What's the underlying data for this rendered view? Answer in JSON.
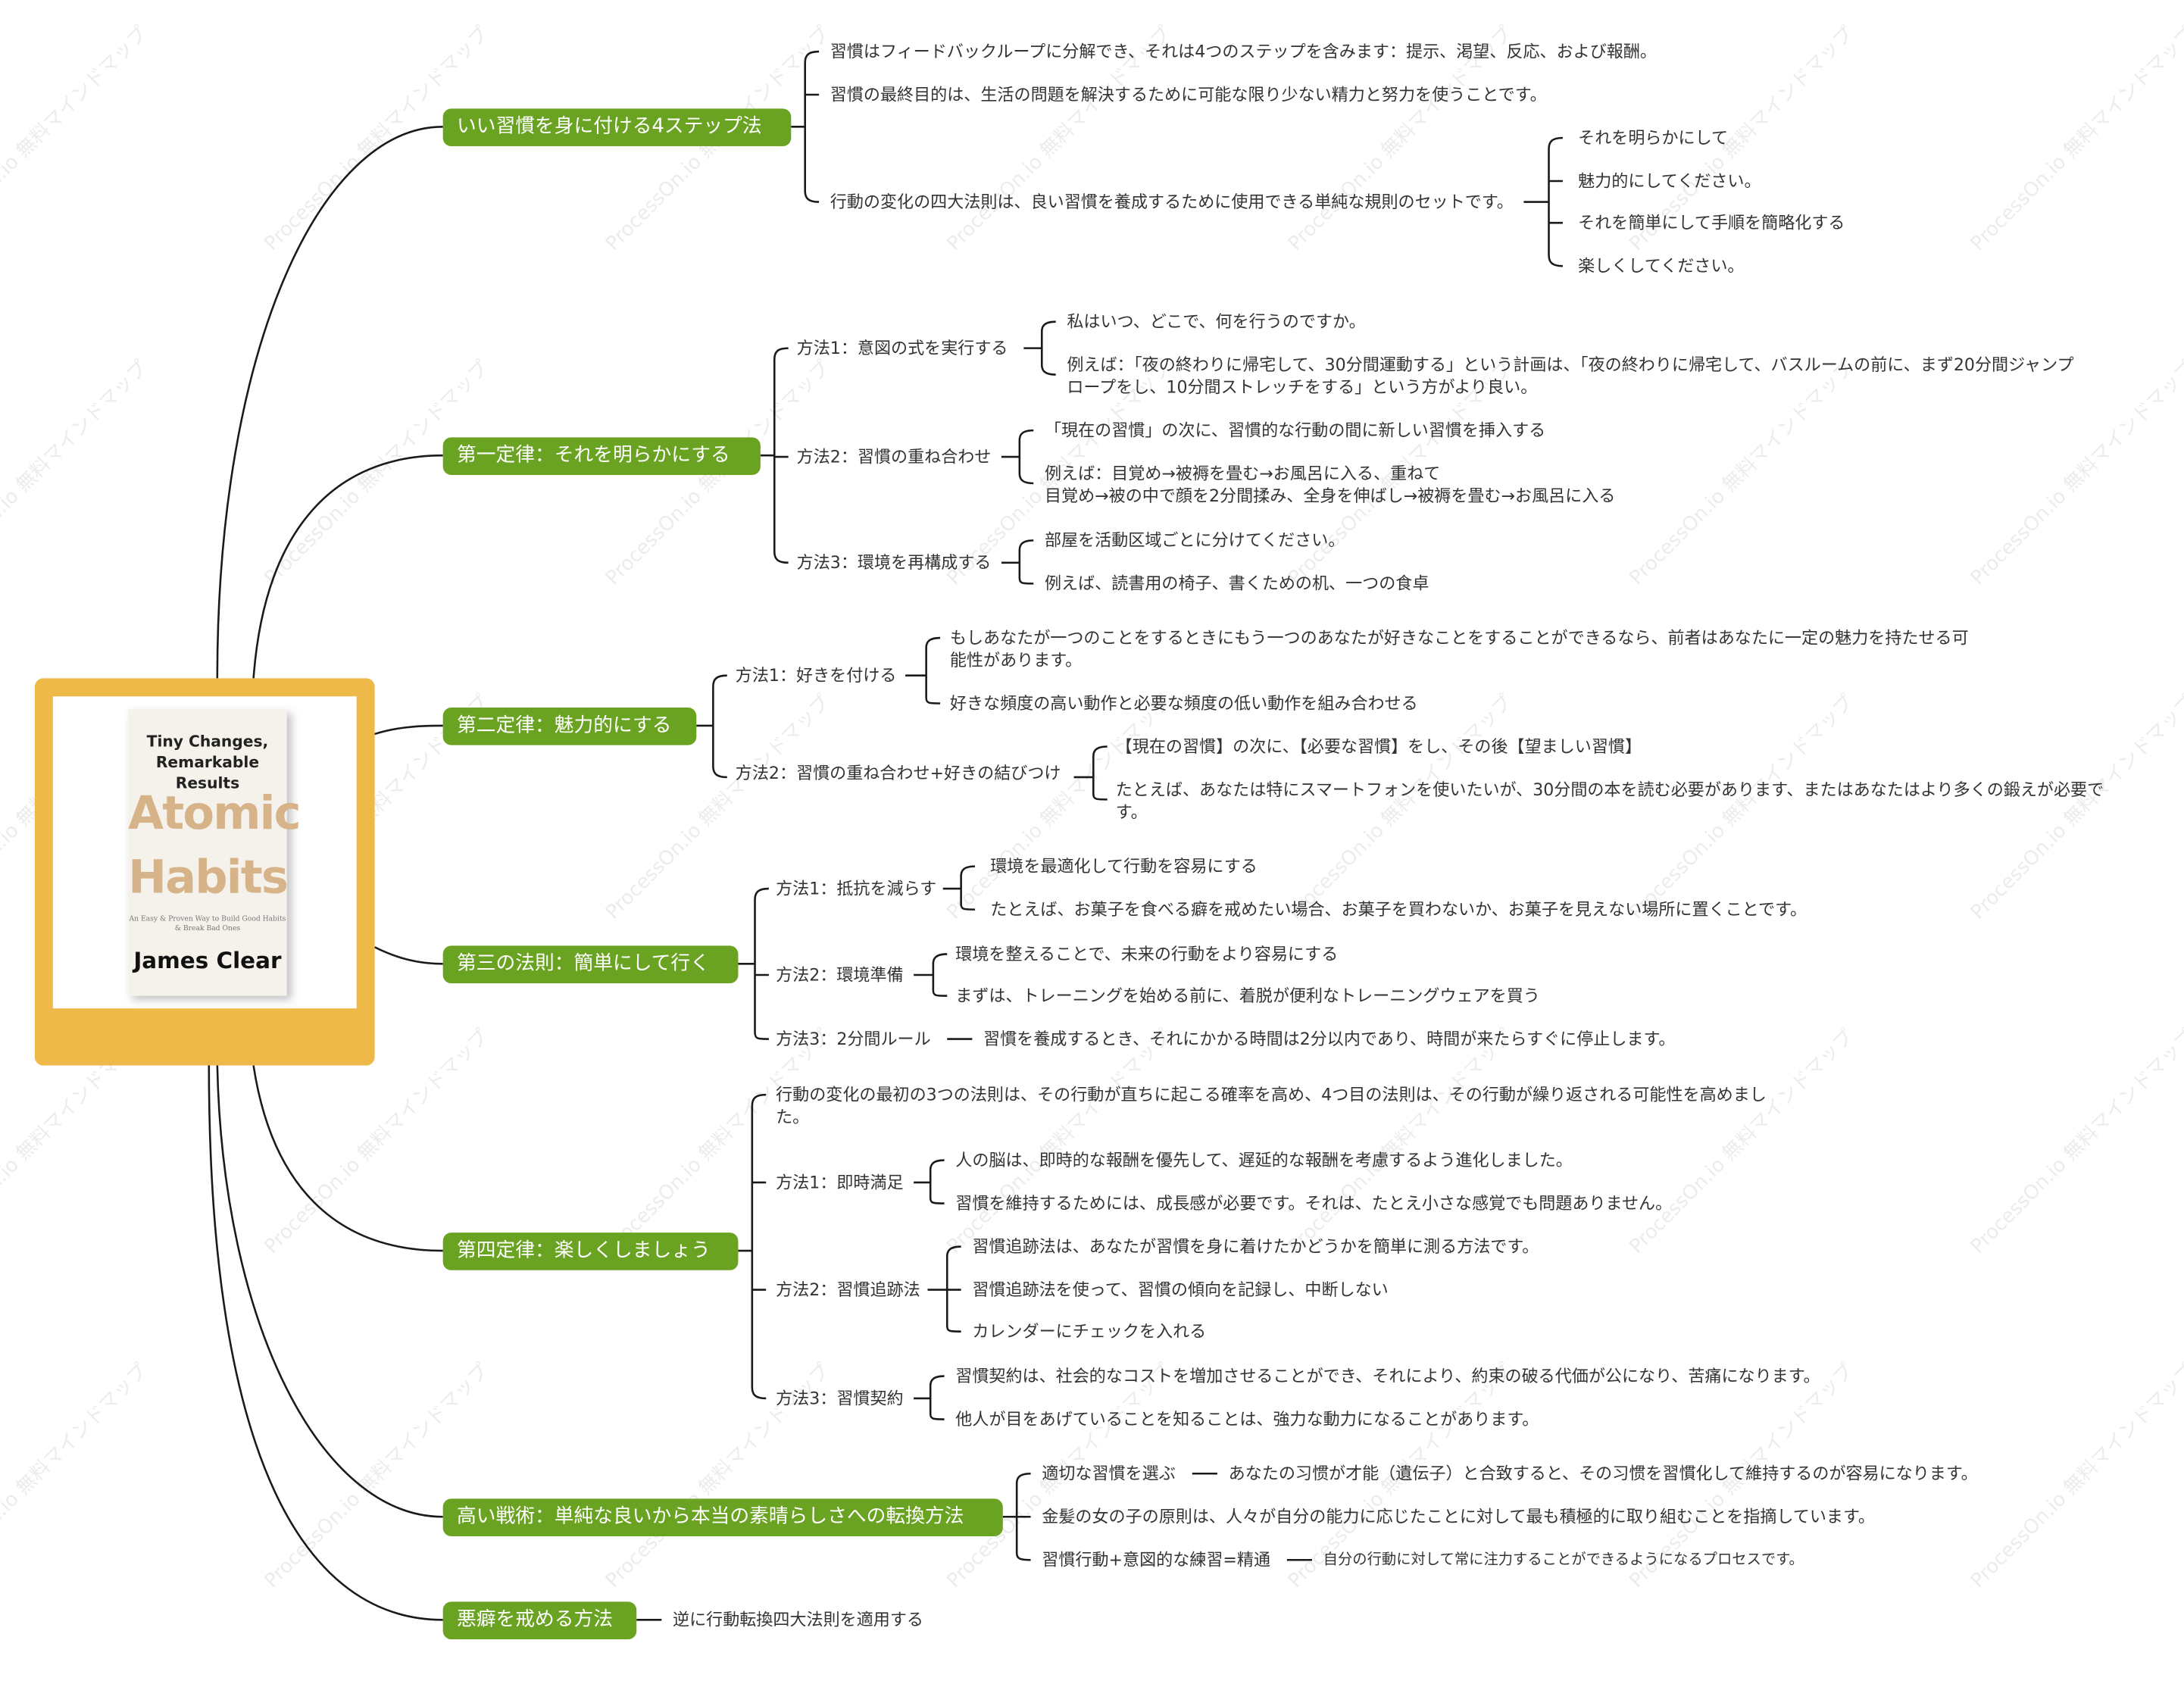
{
  "watermark_text": "ProcessOn.io 無料マインドマップ",
  "root": {
    "book": {
      "tagline": "Tiny Changes, Remarkable Results",
      "title_line1": "Atomic",
      "title_line2": "Habits",
      "subtitle": "An Easy & Proven Way to Build Good Habits & Break Bad Ones",
      "author": "James Clear"
    }
  },
  "colors": {
    "branch": "#6aa322",
    "root_frame": "#efb94a",
    "line": "#1a1a1a"
  },
  "branches": [
    {
      "label": "いい習慣を身に付ける4ステップ法",
      "children": [
        {
          "text": "習慣はフィードバックループに分解でき、それは4つのステップを含みます：提示、渇望、反応、および報酬。"
        },
        {
          "text": "習慣の最終目的は、生活の問題を解決するために可能な限り少ない精力と努力を使うことです。"
        },
        {
          "text": "行動の変化の四大法則は、良い習慣を養成するために使用できる単純な規則のセットです。",
          "children": [
            {
              "text": "それを明らかにして"
            },
            {
              "text": "魅力的にしてください。"
            },
            {
              "text": "それを簡単にして手順を簡略化する"
            },
            {
              "text": "楽しくしてください。"
            }
          ]
        }
      ]
    },
    {
      "label": "第一定律：それを明らかにする",
      "children": [
        {
          "text": "方法1：意図の式を実行する",
          "children": [
            {
              "text": "私はいつ、どこで、何を行うのですか。"
            },
            {
              "text": "例えば：「夜の終わりに帰宅して、30分間運動する」という計画は、「夜の終わりに帰宅して、バスルームの前に、まず20分間ジャンプロープをし、10分間ストレッチをする」という方がより良い。"
            }
          ]
        },
        {
          "text": "方法2：習慣の重ね合わせ",
          "children": [
            {
              "text": "「現在の習慣」の次に、習慣的な行動の間に新しい習慣を挿入する"
            },
            {
              "text": "例えば：目覚め→被褥を畳む→お風呂に入る、重ねて",
              "text2": "目覚め→被の中で顔を2分間揉み、全身を伸ばし→被褥を畳む→お風呂に入る"
            }
          ]
        },
        {
          "text": "方法3：環境を再構成する",
          "children": [
            {
              "text": "部屋を活動区域ごとに分けてください。"
            },
            {
              "text": "例えば、読書用の椅子、書くための机、一つの食卓"
            }
          ]
        }
      ]
    },
    {
      "label": "第二定律：魅力的にする",
      "children": [
        {
          "text": "方法1：好きを付ける",
          "children": [
            {
              "text": "もしあなたが一つのことをするときにもう一つのあなたが好きなことをすることができるなら、前者はあなたに一定の魅力を持たせる可能性があります。"
            },
            {
              "text": "好きな頻度の高い動作と必要な頻度の低い動作を組み合わせる"
            }
          ]
        },
        {
          "text": "方法2：習慣の重ね合わせ+好きの結びつけ",
          "children": [
            {
              "text": "【現在の習慣】の次に、【必要な習慣】をし、その後【望ましい習慣】"
            },
            {
              "text": "たとえば、あなたは特にスマートフォンを使いたいが、30分間の本を読む必要があります、またはあなたはより多くの鍛えが必要です。"
            }
          ]
        }
      ]
    },
    {
      "label": "第三の法則：簡単にして行く",
      "children": [
        {
          "text": "方法1：抵抗を減らす",
          "children": [
            {
              "text": "環境を最適化して行動を容易にする"
            },
            {
              "text": "たとえば、お菓子を食べる癖を戒めたい場合、お菓子を買わないか、お菓子を見えない場所に置くことです。"
            }
          ]
        },
        {
          "text": "方法2：環境準備",
          "children": [
            {
              "text": "環境を整えることで、未来の行動をより容易にする"
            },
            {
              "text": "まずは、トレーニングを始める前に、着脱が便利なトレーニングウェアを買う"
            }
          ]
        },
        {
          "text": "方法3：2分間ルール",
          "children": [
            {
              "text": "習慣を養成するとき、それにかかる時間は2分以内であり、時間が来たらすぐに停止します。"
            }
          ]
        }
      ]
    },
    {
      "label": "第四定律：楽しくしましょう",
      "children": [
        {
          "text": "行動の変化の最初の3つの法則は、その行動が直ちに起こる確率を高め、4つ目の法則は、その行動が繰り返される可能性を高めました。"
        },
        {
          "text": "方法1：即時満足",
          "children": [
            {
              "text": "人の脳は、即時的な報酬を優先して、遅延的な報酬を考慮するよう進化しました。"
            },
            {
              "text": "習慣を維持するためには、成長感が必要です。それは、たとえ小さな感覚でも問題ありません。"
            }
          ]
        },
        {
          "text": "方法2：習慣追跡法",
          "children": [
            {
              "text": "習慣追跡法は、あなたが習慣を身に着けたかどうかを簡単に測る方法です。"
            },
            {
              "text": "習慣追跡法を使って、習慣の傾向を記録し、中断しない"
            },
            {
              "text": "カレンダーにチェックを入れる"
            }
          ]
        },
        {
          "text": "方法3：習慣契約",
          "children": [
            {
              "text": "習慣契約は、社会的なコストを増加させることができ、それにより、約束の破る代価が公になり、苦痛になります。"
            },
            {
              "text": "他人が目をあげていることを知ることは、強力な動力になることがあります。"
            }
          ]
        }
      ]
    },
    {
      "label": "高い戦術：単純な良いから本当の素晴らしさへの転換方法",
      "children": [
        {
          "text": "適切な習慣を選ぶ",
          "children": [
            {
              "text": "あなたの习惯が才能（遺伝子）と合致すると、その习惯を習慣化して維持するのが容易になります。"
            }
          ]
        },
        {
          "text": "金髪の女の子の原則は、人々が自分の能力に応じたことに対して最も積極的に取り組むことを指摘しています。"
        },
        {
          "text": "習慣行動+意図的な練習=精通",
          "children": [
            {
              "text": "自分の行動に対して常に注力することができるようになるプロセスです。"
            }
          ]
        }
      ]
    },
    {
      "label": "悪癖を戒める方法",
      "children": [
        {
          "text": "逆に行動転換四大法則を適用する"
        }
      ]
    }
  ]
}
